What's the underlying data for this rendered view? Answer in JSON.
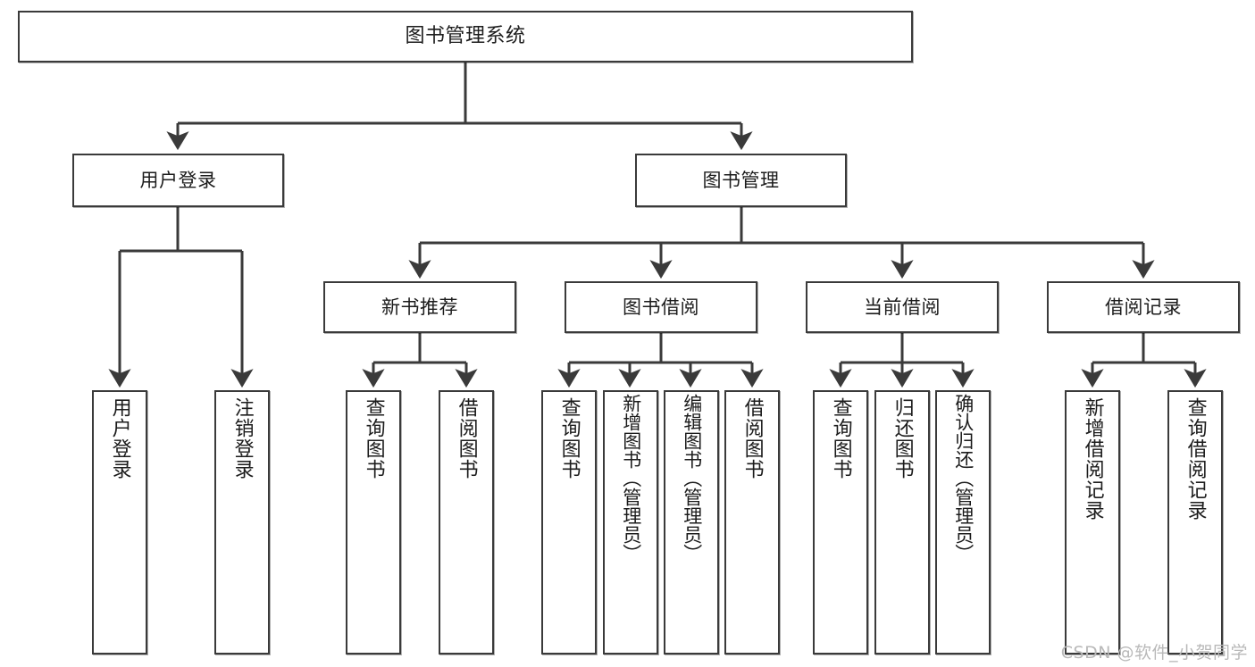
{
  "diagram": {
    "title": "图书管理系统",
    "type": "功能结构图",
    "nodes": {
      "root": {
        "label": "图书管理系统"
      },
      "branches": [
        {
          "id": "user-login",
          "label": "用户登录"
        },
        {
          "id": "book-manage",
          "label": "图书管理"
        }
      ],
      "groups": [
        {
          "id": "new-book-recommend",
          "label": "新书推荐"
        },
        {
          "id": "book-borrow",
          "label": "图书借阅"
        },
        {
          "id": "current-borrow",
          "label": "当前借阅"
        },
        {
          "id": "borrow-record",
          "label": "借阅记录"
        }
      ],
      "leaves": [
        {
          "id": "leaf-user-login",
          "label": "用户登录",
          "parent": "user-login"
        },
        {
          "id": "leaf-user-logout",
          "label": "注销登录",
          "parent": "user-login"
        },
        {
          "id": "leaf-query-book-1",
          "label": "查询图书",
          "parent": "new-book-recommend"
        },
        {
          "id": "leaf-borrow-book-1",
          "label": "借阅图书",
          "parent": "new-book-recommend"
        },
        {
          "id": "leaf-query-book-2",
          "label": "查询图书",
          "parent": "book-borrow"
        },
        {
          "id": "leaf-add-book",
          "label": "新增图书（管理员）",
          "parent": "book-borrow"
        },
        {
          "id": "leaf-edit-book",
          "label": "编辑图书（管理员）",
          "parent": "book-borrow"
        },
        {
          "id": "leaf-borrow-book-2",
          "label": "借阅图书",
          "parent": "book-borrow"
        },
        {
          "id": "leaf-query-book-3",
          "label": "查询图书",
          "parent": "current-borrow"
        },
        {
          "id": "leaf-return-book",
          "label": "归还图书",
          "parent": "current-borrow"
        },
        {
          "id": "leaf-confirm-return",
          "label": "确认归还（管理员）",
          "parent": "current-borrow"
        },
        {
          "id": "leaf-add-borrow-record",
          "label": "新增借阅记录",
          "parent": "borrow-record"
        },
        {
          "id": "leaf-query-borrow-record",
          "label": "查询借阅记录",
          "parent": "borrow-record"
        }
      ]
    },
    "colors": {
      "background": "#ffffff",
      "box_border": "#3a3a3a",
      "box_fill": "#ffffff",
      "text": "#1c1c1c",
      "connector": "#3a3a3a",
      "watermark": "#b9b9b9"
    }
  },
  "watermark": {
    "text": "CSDN @软件_小贺同学"
  }
}
